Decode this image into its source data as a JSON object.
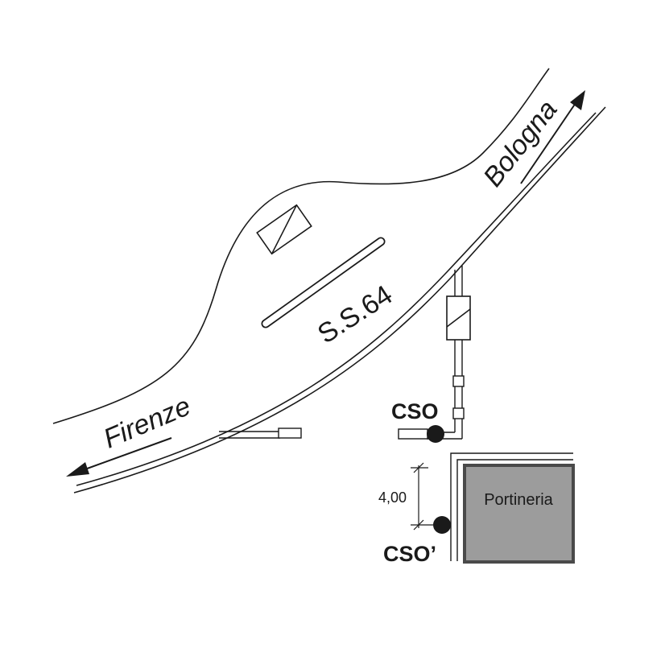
{
  "labels": {
    "road": "S.S.64",
    "city_left": "Firenze",
    "city_right": "Bologna",
    "building": "Portineria",
    "point_upper": "CSO",
    "point_lower": "CSO’",
    "dimension": "4,00"
  },
  "colors": {
    "line": "#1a1a1a",
    "building_fill": "#9c9c9c",
    "building_border": "#4a4a4a",
    "background": "#ffffff"
  },
  "icons": {
    "direction_left": "arrow-left-icon",
    "direction_right": "arrow-right-icon",
    "point_marker": "filled-circle-icon"
  }
}
